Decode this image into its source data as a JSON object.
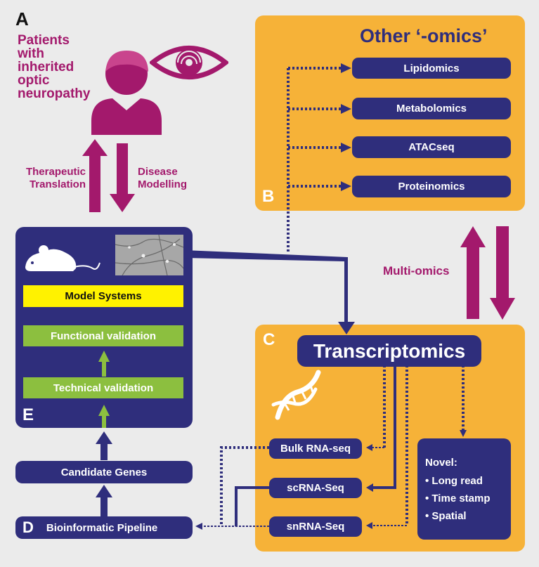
{
  "panel_a": {
    "letter": "A",
    "patients_lines": [
      "Patients",
      "with",
      "inherited",
      "optic",
      "neuropathy"
    ],
    "therapeutic": [
      "Therapeutic",
      "Translation"
    ],
    "disease": [
      "Disease",
      "Modelling"
    ]
  },
  "panel_b": {
    "letter": "B",
    "title": "Other ‘-omics’",
    "items": [
      "Lipidomics",
      "Metabolomics",
      "ATACseq",
      "Proteinomics"
    ]
  },
  "multi_omics": "Multi-omics",
  "panel_c": {
    "letter": "C",
    "title": "Transcriptomics",
    "methods": [
      "Bulk RNA-seq",
      "scRNA-Seq",
      "snRNA-Seq"
    ],
    "novel_title": "Novel:",
    "novel_items": [
      "• Long read",
      "• Time stamp",
      "• Spatial"
    ]
  },
  "panel_e": {
    "letter": "E",
    "model_systems": "Model Systems",
    "functional": "Functional validation",
    "technical": "Technical validation"
  },
  "panel_d": {
    "letter": "D",
    "candidate": "Candidate Genes",
    "pipeline": "Bioinformatic Pipeline"
  },
  "colors": {
    "navy": "#2f2e7c",
    "orange": "#f6b238",
    "magenta": "#a3196c",
    "green": "#8cbf3f",
    "yellow": "#fff200"
  },
  "icons": [
    "person-icon",
    "eye-icon",
    "mouse-icon",
    "dna-icon",
    "neuron-micrograph"
  ]
}
